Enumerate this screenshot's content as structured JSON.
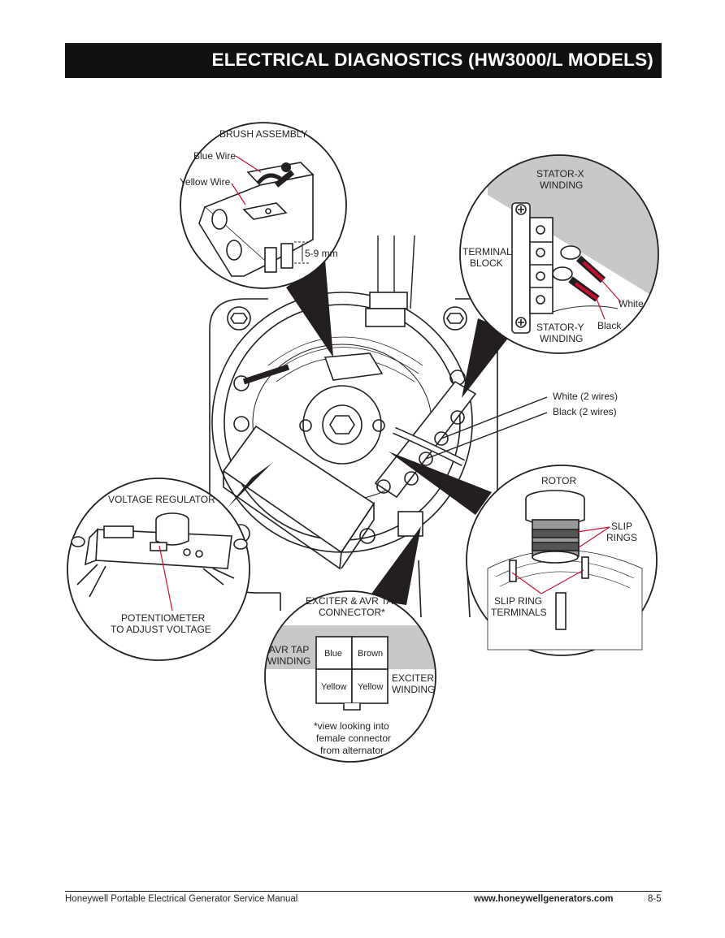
{
  "title": "ELECTRICAL DIAGNOSTICS (HW3000/L MODELS)",
  "callouts": {
    "brush_assembly": {
      "title": "BRUSH ASSEMBLY",
      "blue_wire": "Blue Wire",
      "yellow_wire": "Yellow Wire",
      "gap": "5-9 mm"
    },
    "stator": {
      "stator_x_1": "STATOR-X",
      "stator_x_2": "WINDING",
      "terminal_1": "TERMINAL",
      "terminal_2": "BLOCK",
      "white": "White",
      "black": "Black",
      "stator_y_1": "STATOR-Y",
      "stator_y_2": "WINDING"
    },
    "main_wires": {
      "white": "White (2 wires)",
      "black": "Black (2 wires)"
    },
    "voltage_regulator": {
      "title": "VOLTAGE REGULATOR",
      "pot_1": "POTENTIOMETER",
      "pot_2": "TO ADJUST VOLTAGE"
    },
    "rotor": {
      "title": "ROTOR",
      "slip_rings_1": "SLIP",
      "slip_rings_2": "RINGS",
      "terminals_1": "SLIP RING",
      "terminals_2": "TERMINALS"
    },
    "connector": {
      "title_1": "EXCITER & AVR TAP",
      "title_2": "CONNECTOR*",
      "avr_1": "AVR TAP",
      "avr_2": "WINDING",
      "exciter_1": "EXCITER",
      "exciter_2": "WINDING",
      "pin_blue": "Blue",
      "pin_brown": "Brown",
      "pin_yellow_left": "Yellow",
      "pin_yellow_right": "Yellow",
      "note_1": "*view looking into",
      "note_2": "female connector",
      "note_3": "from alternator"
    }
  },
  "footer": {
    "manual": "Honeywell Portable Electrical Generator Service Manual",
    "url": "www.honeywellgenerators.com",
    "page": "8-5"
  },
  "colors": {
    "title_bg": "#111111",
    "leader_red": "#c8102e",
    "shade_gray": "#c8c8c8"
  }
}
